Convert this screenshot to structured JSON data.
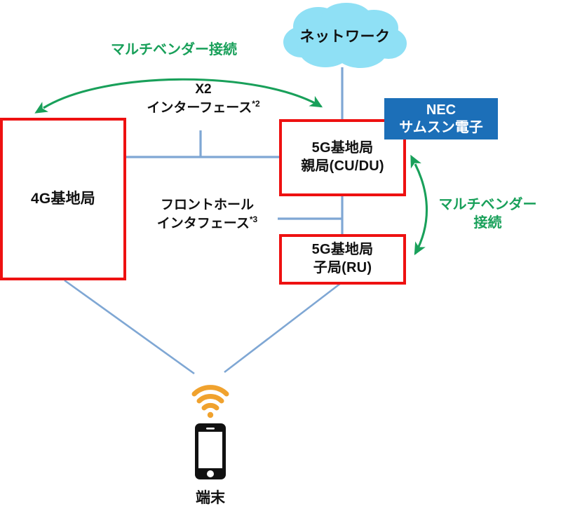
{
  "diagram": {
    "nodes": {
      "cloud": {
        "label": "ネットワーク",
        "color": "#8FE0F5"
      },
      "base_4g": {
        "label": "4G基地局",
        "border_color": "#EE1111"
      },
      "base_5g_parent": {
        "line1": "5G基地局",
        "line2": "親局(CU/DU)",
        "border_color": "#EE1111"
      },
      "base_5g_child": {
        "line1": "5G基地局",
        "line2": "子局(RU)",
        "border_color": "#EE1111"
      },
      "vendor": {
        "line1": "NEC",
        "line2": "サムスン電子",
        "background": "#1C6FB8",
        "text_color": "#FFFFFF"
      },
      "terminal": {
        "label": "端末",
        "wifi_color": "#F0A22E",
        "phone_color": "#111111"
      }
    },
    "labels": {
      "multivendor_top": "マルチベンダー接続",
      "multivendor_right_line1": "マルチベンダー",
      "multivendor_right_line2": "接続",
      "x2_line1": "X2",
      "x2_line2": "インターフェース",
      "x2_note": "*2",
      "fronthaul_line1": "フロントホール",
      "fronthaul_line2": "インタフェース",
      "fronthaul_note": "*3"
    },
    "colors": {
      "connector_blue": "#7FA7D4",
      "arrow_green": "#19A05A",
      "box_red": "#EE1111",
      "cloud_cyan": "#8FE0F5",
      "vendor_blue": "#1C6FB8",
      "wifi_orange": "#F0A22E"
    }
  }
}
